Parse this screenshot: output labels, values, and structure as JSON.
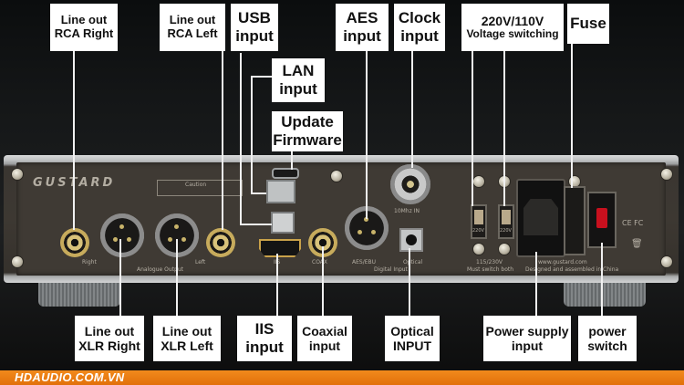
{
  "labels": {
    "line_out_rca_right": [
      "Line out",
      "RCA Right"
    ],
    "line_out_rca_left": [
      "Line out",
      "RCA Left"
    ],
    "usb_input": [
      "USB",
      "input"
    ],
    "aes_input": [
      "AES",
      "input"
    ],
    "clock_input": [
      "Clock",
      "input"
    ],
    "voltage_switching": [
      "220V/110V",
      "Voltage switching"
    ],
    "fuse": [
      "Fuse"
    ],
    "lan_input": [
      "LAN",
      "input"
    ],
    "update_firmware": [
      "Update",
      "Firmware"
    ],
    "line_out_xlr_right": [
      "Line out",
      "XLR Right"
    ],
    "line_out_xlr_left": [
      "Line out",
      "XLR Left"
    ],
    "iis_input": [
      "IIS",
      "input"
    ],
    "coaxial_input": [
      "Coaxial",
      "input"
    ],
    "optical_input": [
      "Optical",
      "INPUT"
    ],
    "power_supply_input": [
      "Power supply",
      "input"
    ],
    "power_switch": [
      "power",
      "switch"
    ]
  },
  "panel": {
    "logo": "GUSTARD",
    "caution": "Caution",
    "right": "Right",
    "analogue_output": "Analogue Output",
    "left": "Left",
    "iis": "IIS",
    "coax": "COAX",
    "aes_ebu": "AES/EBU",
    "digital_input": "Digital Input",
    "optical": "Optical",
    "clock_in": "10Mhz IN",
    "v220": "220V",
    "voltage_range": "115/230V",
    "must_switch_both": "Must switch both",
    "website": "www.gustard.com",
    "designed": "Designed and assembled in China",
    "cert": "CE FC",
    "icon_names": [
      "usb-c-icon",
      "ethernet-icon",
      "usb-b-icon",
      "hdmi-icon",
      "waste-bin-icon",
      "power-toggle-icon"
    ]
  },
  "banner": "HDAUDIO.COM.VN",
  "colors": {
    "callout_bg": "#ffffff",
    "line": "#f0f0f0",
    "banner": "#ee7f16",
    "panel": "#3f3a34",
    "power_red": "#c8101e"
  }
}
